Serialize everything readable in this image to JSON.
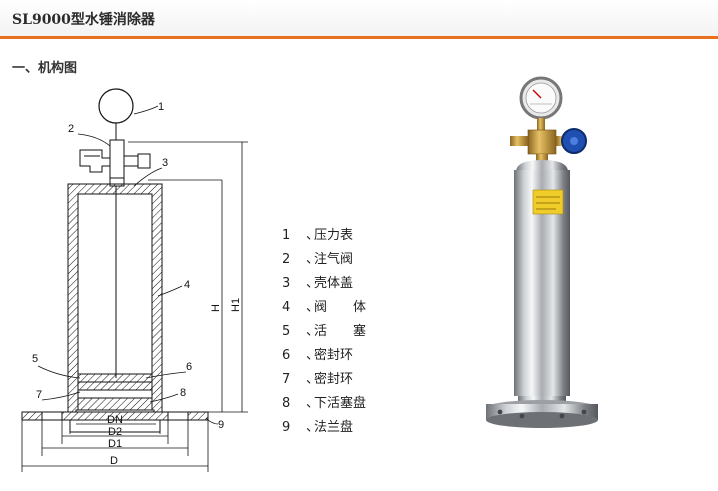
{
  "header": {
    "title": "SL9000型水锤消除器"
  },
  "section": {
    "title": "一、机构图"
  },
  "diagram": {
    "callouts": [
      "1",
      "2",
      "3",
      "4",
      "5",
      "6",
      "7",
      "8",
      "9"
    ],
    "dims": {
      "dn": "DN",
      "d2": "D2",
      "d1": "D1",
      "d": "D",
      "h": "H",
      "h1": "H1"
    }
  },
  "parts": [
    {
      "num": "1",
      "sep": "、",
      "name": "压力表"
    },
    {
      "num": "2",
      "sep": "、",
      "name": "注气阀"
    },
    {
      "num": "3",
      "sep": "、",
      "name": "壳体盖"
    },
    {
      "num": "4",
      "sep": "、",
      "name": "阀　　体"
    },
    {
      "num": "5",
      "sep": "、",
      "name": "活　　塞"
    },
    {
      "num": "6",
      "sep": "、",
      "name": "密封环"
    },
    {
      "num": "7",
      "sep": "、",
      "name": "密封环"
    },
    {
      "num": "8",
      "sep": "、",
      "name": "下活塞盘"
    },
    {
      "num": "9",
      "sep": "、",
      "name": "法兰盘"
    }
  ],
  "colors": {
    "accent": "#e8701f",
    "valve_handle": "#1f4fb0",
    "brass": "#c99a3a"
  }
}
